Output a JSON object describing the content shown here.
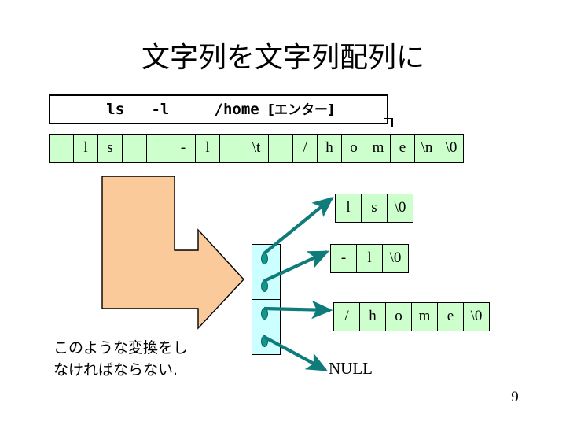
{
  "slide": {
    "title": "文字列を文字列配列に",
    "page_number": "9",
    "caption_line1": "このような変換をし",
    "caption_line2": "なければならない."
  },
  "command_box": {
    "command": "ls   -l     /home ",
    "key_label": "[エンター]"
  },
  "main_array": {
    "label": "input-character-array",
    "cells": [
      " ",
      "l",
      "s",
      " ",
      " ",
      "-",
      "l",
      " ",
      "\\t",
      " ",
      "/",
      "h",
      "o",
      "m",
      "e",
      "\\n",
      "\\0"
    ]
  },
  "pointer_array": {
    "label": "argv-pointer-array",
    "slots": [
      {
        "index": 0,
        "target": "token-0"
      },
      {
        "index": 1,
        "target": "token-1"
      },
      {
        "index": 2,
        "target": "token-2"
      },
      {
        "index": 3,
        "target": "null"
      }
    ]
  },
  "tokens": [
    {
      "id": "token-0",
      "cells": [
        "l",
        "s",
        "\\0"
      ]
    },
    {
      "id": "token-1",
      "cells": [
        "-",
        "l",
        "\\0"
      ]
    },
    {
      "id": "token-2",
      "cells": [
        "/",
        "h",
        "o",
        "m",
        "e",
        "\\0"
      ]
    }
  ],
  "null_label": "NULL",
  "colors": {
    "char_cell_fill": "#ccffcc",
    "pointer_cell_fill": "#ccffff",
    "pointer_dot": "#11998e",
    "arrow_teal": "#0f7b7b",
    "big_arrow_fill": "#fbca9b",
    "outline": "#000000",
    "text": "#000000"
  }
}
